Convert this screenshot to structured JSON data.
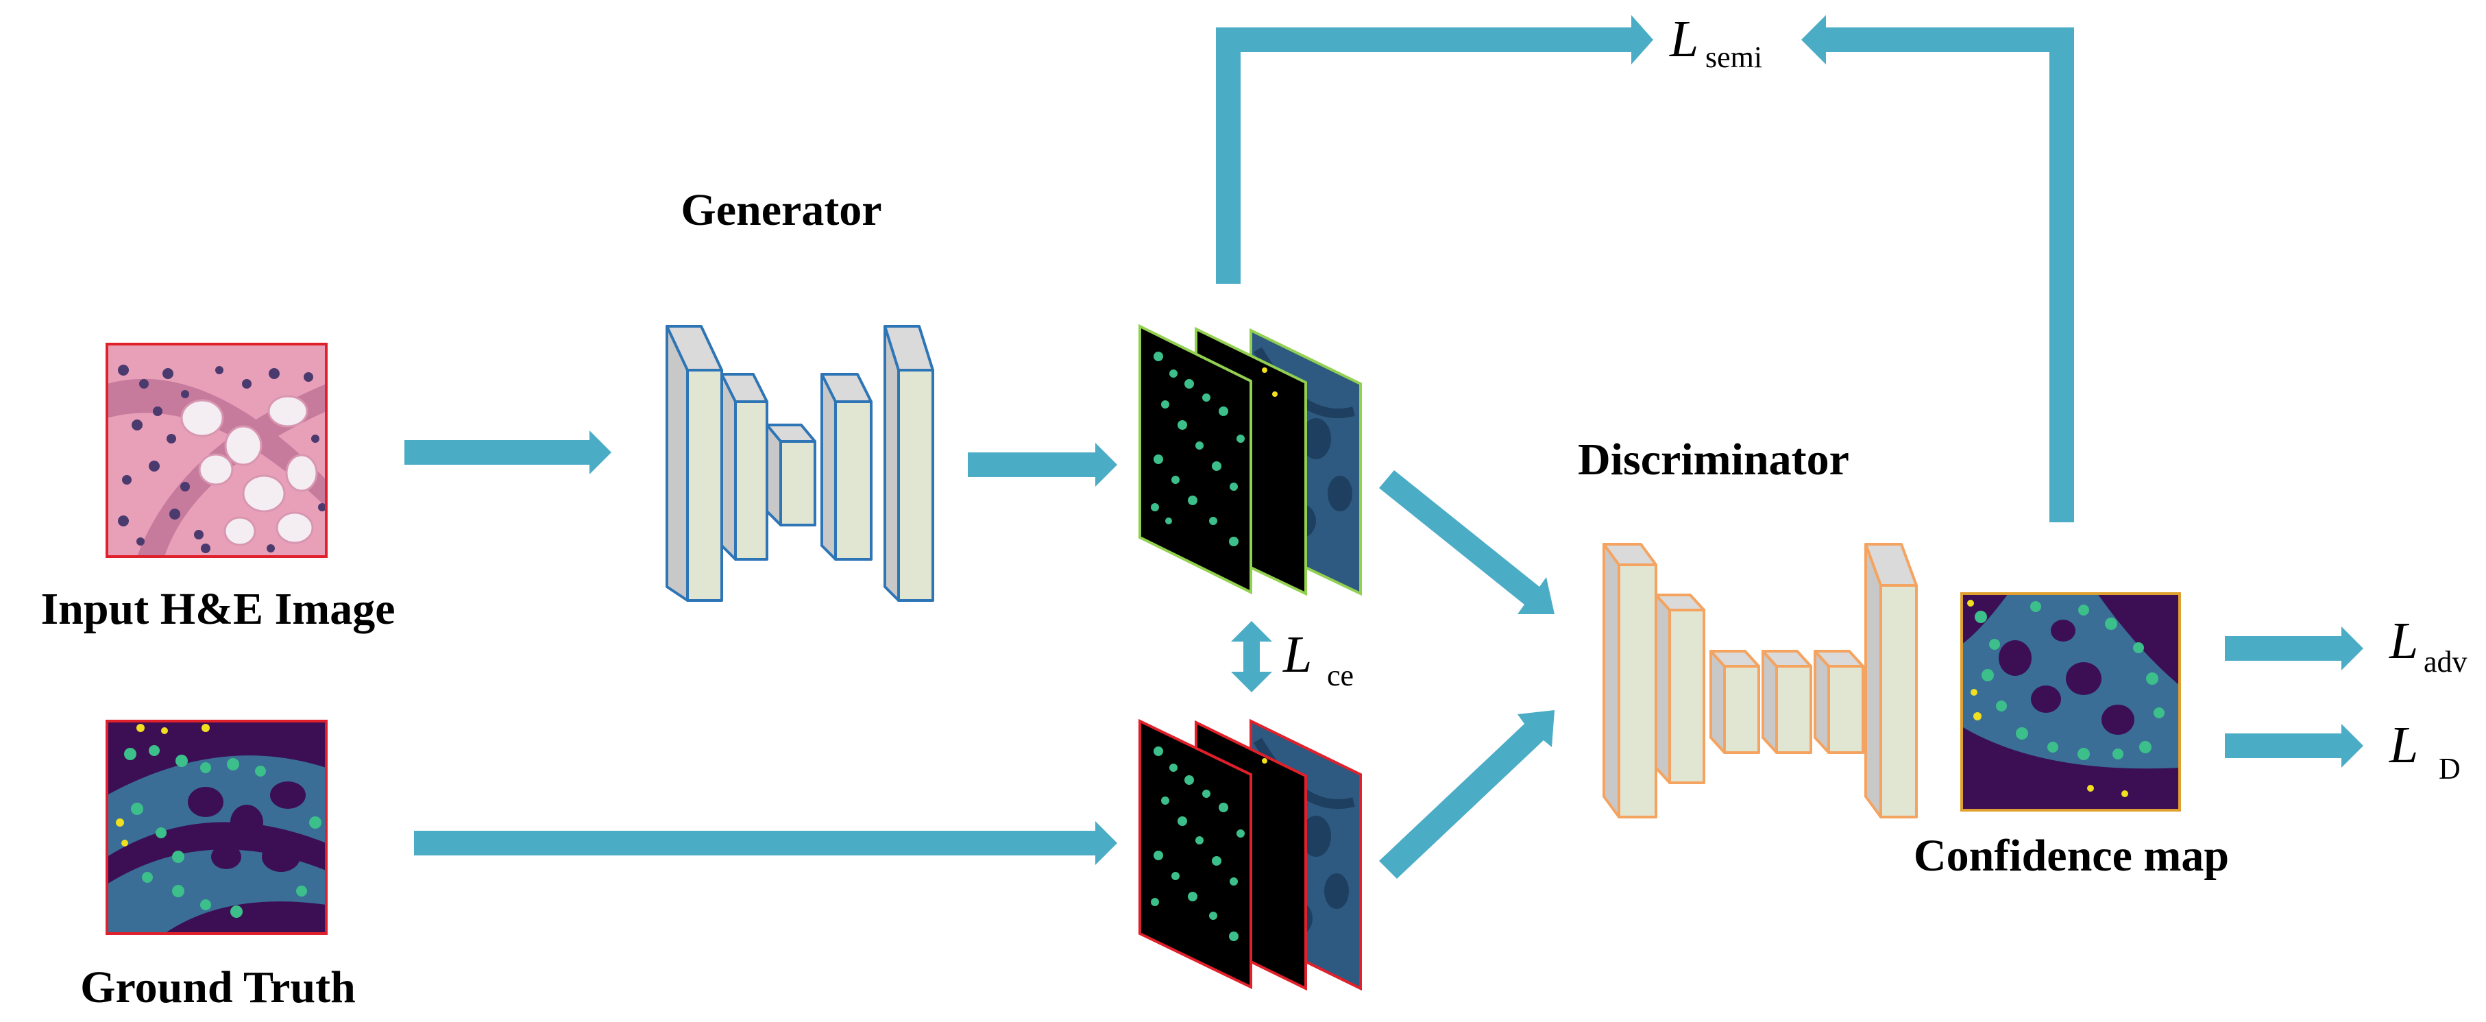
{
  "labels": {
    "input": "Input H&E Image",
    "ground_truth": "Ground Truth",
    "generator": "Generator",
    "discriminator": "Discriminator",
    "confidence_map": "Confidence map"
  },
  "losses": {
    "semi": {
      "main": "L",
      "sub": "semi"
    },
    "ce": {
      "main": "L",
      "sub": "ce"
    },
    "adv": {
      "main": "L",
      "sub": "adv"
    },
    "d": {
      "main": "L",
      "sub": "D"
    }
  },
  "colors": {
    "arrow": "#4bacc6",
    "generator_edge": "#2e75b6",
    "discriminator_edge": "#f4a460",
    "block_front": "#e1e6d3",
    "block_side": "#c8c8c8",
    "block_top": "#dadada",
    "prediction_frame": "#92d050",
    "ground_truth_frame": "#e0202a",
    "input_frame": "#e0202a",
    "confidence_frame": "#e0a030",
    "seg_background": "#3a6e96",
    "seg_dark": "#3c0f55",
    "seg_green": "#3cbf8a",
    "seg_yellow": "#f0e020",
    "he_background": "#e8a0b8",
    "he_nuclei": "#4a3a6e"
  },
  "icons": {
    "input_image": "he-stain-tissue-image",
    "ground_truth_image": "segmentation-mask-image",
    "confidence_image": "confidence-map-image",
    "generator": "encoder-decoder-network",
    "discriminator": "encoder-decoder-network"
  }
}
